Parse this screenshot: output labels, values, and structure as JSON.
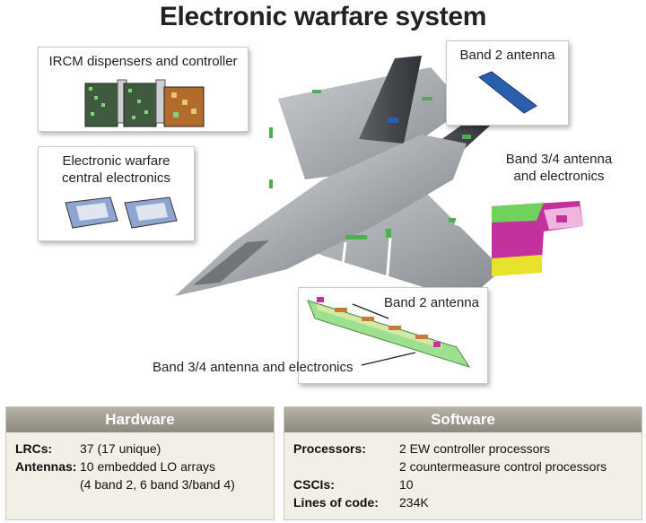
{
  "title": "Electronic warfare system",
  "callouts": {
    "ircm": "IRCM dispensers and controller",
    "ew_central_line1": "Electronic warfare",
    "ew_central_line2": "central electronics",
    "band2_top": "Band 2 antenna",
    "band34_right_line1": "Band 3/4 antenna",
    "band34_right_line2": "and electronics",
    "band2_bottom": "Band 2 antenna",
    "band34_bottom": "Band 3/4 antenna and electronics"
  },
  "hardware": {
    "heading": "Hardware",
    "rows": [
      {
        "key": "LRCs:",
        "value": "37 (17 unique)"
      },
      {
        "key": "Antennas:",
        "value": "10 embedded LO arrays"
      },
      {
        "key": "",
        "value": "(4 band 2, 6 band 3/band 4)"
      }
    ]
  },
  "software": {
    "heading": "Software",
    "rows": [
      {
        "key": "Processors:",
        "value": "2 EW controller processors"
      },
      {
        "key": "",
        "value": "2 countermeasure control processors"
      },
      {
        "key": "CSCIs:",
        "value": "10"
      },
      {
        "key": "Lines of code:",
        "value": "234K"
      }
    ]
  },
  "colors": {
    "aircraft": "#9a9ea3",
    "antenna_marker": "#4caf50",
    "band2_antenna": "#2a5fae",
    "ew_box": "#8ea6cf",
    "ircm_module": "#3f5a3f",
    "magenta": "#c2319c",
    "yellow": "#e8e22c",
    "green": "#6fd25d"
  }
}
